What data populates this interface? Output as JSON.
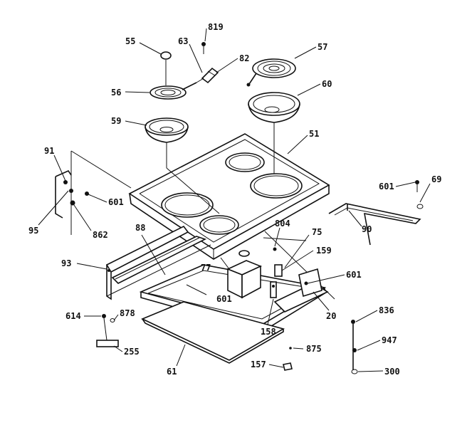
{
  "diagram": {
    "parts": [
      {
        "id": "p55",
        "label": "55"
      },
      {
        "id": "p63",
        "label": "63"
      },
      {
        "id": "p819",
        "label": "819"
      },
      {
        "id": "p82",
        "label": "82"
      },
      {
        "id": "p57",
        "label": "57"
      },
      {
        "id": "p56",
        "label": "56"
      },
      {
        "id": "p60",
        "label": "60"
      },
      {
        "id": "p59",
        "label": "59"
      },
      {
        "id": "p51",
        "label": "51"
      },
      {
        "id": "p91",
        "label": "91"
      },
      {
        "id": "p601a",
        "label": "601"
      },
      {
        "id": "p95",
        "label": "95"
      },
      {
        "id": "p862",
        "label": "862"
      },
      {
        "id": "p88",
        "label": "88"
      },
      {
        "id": "p93",
        "label": "93"
      },
      {
        "id": "p804",
        "label": "804"
      },
      {
        "id": "p75",
        "label": "75"
      },
      {
        "id": "p158",
        "label": "158"
      },
      {
        "id": "p77",
        "label": "77"
      },
      {
        "id": "p601b",
        "label": "601"
      },
      {
        "id": "p601c",
        "label": "601"
      },
      {
        "id": "p159",
        "label": "159"
      },
      {
        "id": "p20",
        "label": "20"
      },
      {
        "id": "p601d",
        "label": "601"
      },
      {
        "id": "p69",
        "label": "69"
      },
      {
        "id": "p90",
        "label": "90"
      },
      {
        "id": "p614",
        "label": "614"
      },
      {
        "id": "p878",
        "label": "878"
      },
      {
        "id": "p255",
        "label": "255"
      },
      {
        "id": "p61",
        "label": "61"
      },
      {
        "id": "p875",
        "label": "875"
      },
      {
        "id": "p157",
        "label": "157"
      },
      {
        "id": "p836",
        "label": "836"
      },
      {
        "id": "p947",
        "label": "947"
      },
      {
        "id": "p300",
        "label": "300"
      }
    ]
  }
}
